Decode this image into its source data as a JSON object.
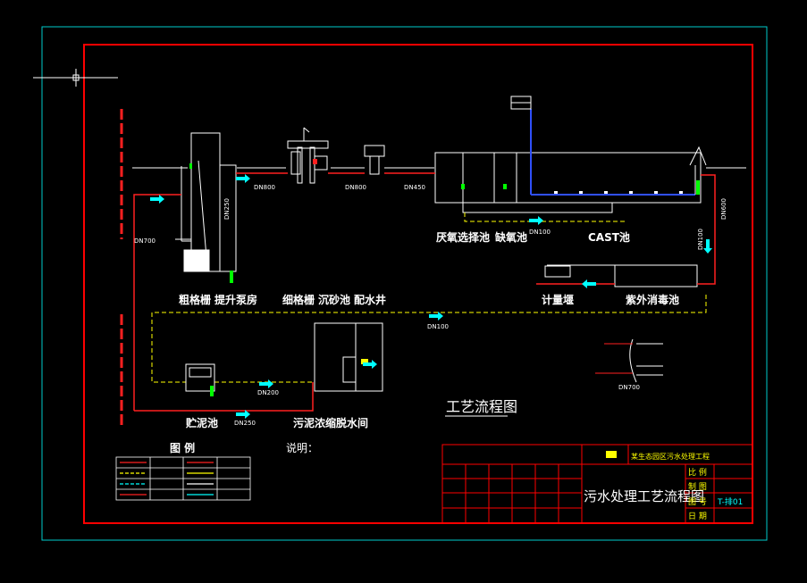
{
  "colors": {
    "frame_outer": "#00cccc",
    "frame_inner": "#ff0000",
    "pipe_red": "#ff2020",
    "pipe_yellow": "#ffff00",
    "flow_arrow": "#00ffff",
    "equipment": "#ffffff",
    "green": "#00ff00",
    "blue": "#3050ff"
  },
  "units": {
    "coarse_screen": "粗格栅",
    "lift_pump": "提升泵房",
    "fine_screen": "细格栅",
    "grit_chamber": "沉砂池",
    "distribution_well": "配水井",
    "anoxic_selector": "厌氧选择池",
    "anoxic_tank": "缺氧池",
    "cast_tank": "CAST池",
    "meter_weir": "计量堰",
    "uv_disinfection": "紫外消毒池",
    "sludge_storage": "贮泥池",
    "sludge_dewatering": "污泥浓缩脱水间"
  },
  "pipes": {
    "dn800_a": "DN800",
    "dn800_b": "DN800",
    "dn450": "DN450",
    "dn250_v": "DN250",
    "dn100": "DN100",
    "dn700_inlet": "DN700",
    "dn100_yellow": "DN100",
    "dn200": "DN200",
    "dn250": "DN250",
    "dn600_right": "DN600",
    "dn100_right": "DN100",
    "dn700_outfall": "DN700"
  },
  "drawing_title": "工艺流程图",
  "legend": {
    "title": "图 例"
  },
  "notes": {
    "title": "说明："
  },
  "title_block": {
    "project": "某生态园区污水处理工程",
    "drawing_name": "污水处理工艺流程图",
    "scale_label": "比 例",
    "drawn_label": "制 图",
    "drawing_no_label": "图 号",
    "drawing_no": "T-排01",
    "date_label": "日 期"
  }
}
